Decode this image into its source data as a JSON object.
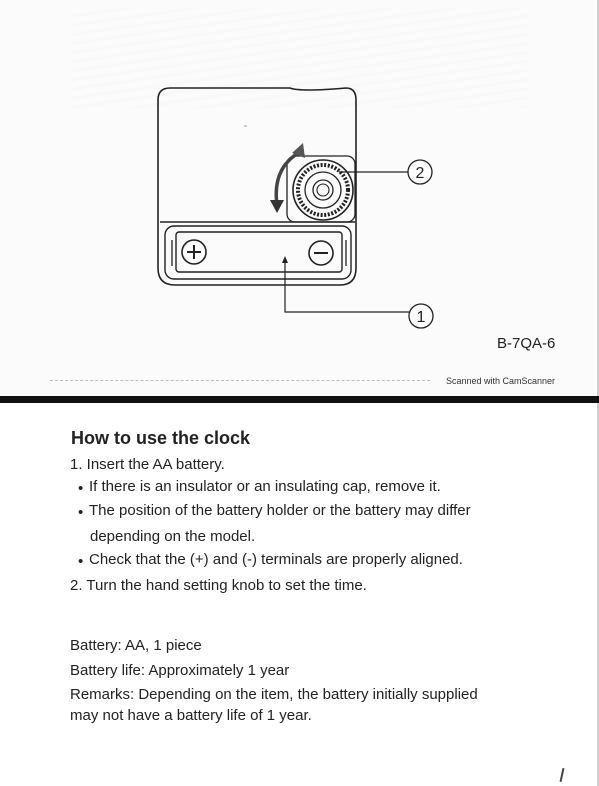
{
  "diagram": {
    "callouts": [
      "2",
      "1"
    ],
    "plus_symbol": "+",
    "minus_symbol": "−",
    "model_code": "B-7QA-6"
  },
  "scan_note": "Scanned with CamScanner",
  "instructions": {
    "title": "How to use the clock",
    "step1": "1. Insert the AA battery.",
    "bullet_symbol": "•",
    "bullet1": "If there is an insulator or an insulating cap, remove it.",
    "bullet2_line1": "The position of the battery holder or the battery may differ",
    "bullet2_line2": "depending on the model.",
    "bullet3": "Check that the (+) and (-) terminals are properly aligned.",
    "step2": "2. Turn the hand setting knob to set the time."
  },
  "specs": {
    "battery": "Battery: AA, 1 piece",
    "life": "Battery life: Approximately 1 year",
    "remarks_line1": "Remarks: Depending on the item, the battery initially supplied",
    "remarks_line2": "may not have a battery life of 1 year."
  }
}
